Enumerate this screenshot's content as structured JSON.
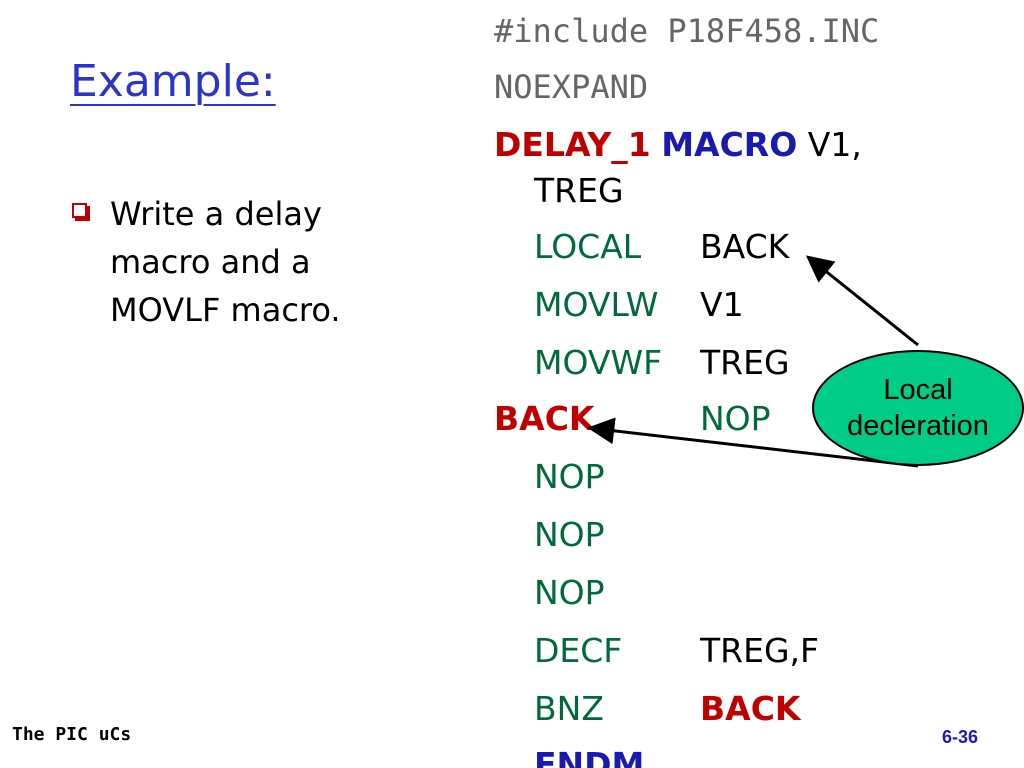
{
  "slide": {
    "title": "Example:",
    "bullet": "Write a delay macro and a MOVLF macro.",
    "footer_left": "The PIC uCs",
    "footer_right": "6-36"
  },
  "code": {
    "include": "#include P18F458.INC",
    "noexpand": "NOEXPAND",
    "macro_name": "DELAY_1",
    "macro_kw": "MACRO",
    "macro_args_1": "V1,",
    "macro_args_2": "TREG",
    "local_op": "LOCAL",
    "local_arg": "BACK",
    "movlw_op": "MOVLW",
    "movlw_arg": "V1",
    "movwf_op": "MOVWF",
    "movwf_arg": "TREG",
    "label_back": "BACK",
    "nop_after_label": "NOP",
    "nop1": "NOP",
    "nop2": "NOP",
    "nop3": "NOP",
    "decf_op": "DECF",
    "decf_arg": "TREG,F",
    "bnz_op": "BNZ",
    "bnz_arg": "BACK",
    "endm": "ENDM"
  },
  "callout": {
    "line1": "Local",
    "line2": "decleration"
  },
  "colors": {
    "title": "#2a35c9",
    "directive": "#c00000",
    "keyword": "#1a1ab0",
    "instruction": "#006a3a",
    "callout_fill": "#00cc88"
  }
}
